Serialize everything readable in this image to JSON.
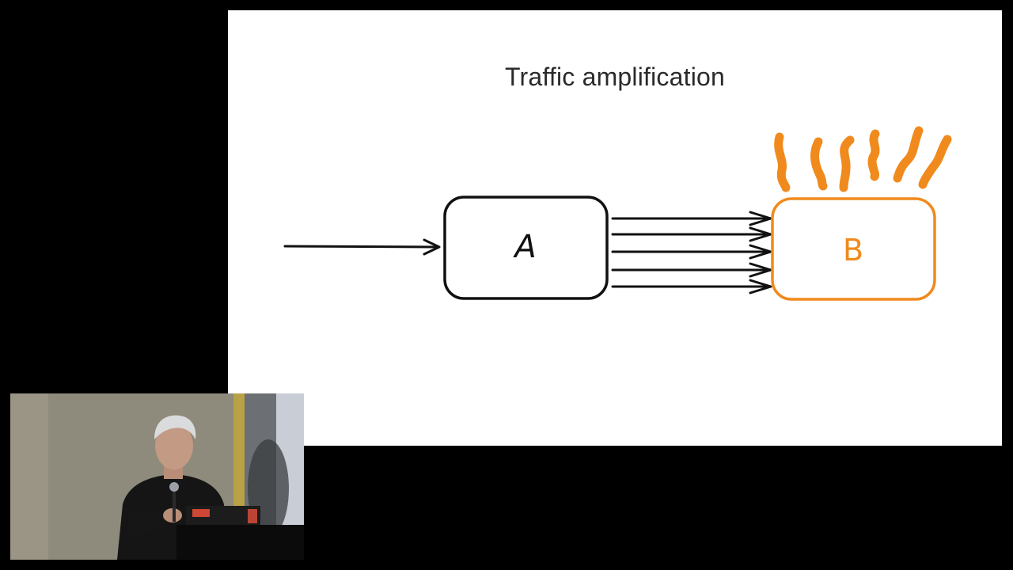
{
  "slide": {
    "title": "Traffic amplification"
  },
  "diagram": {
    "nodes": [
      {
        "id": "A",
        "label": "A",
        "color": "#111111"
      },
      {
        "id": "B",
        "label": "B",
        "color": "#f08a1d"
      }
    ],
    "edges": [
      {
        "from": "input",
        "to": "A",
        "count": 1
      },
      {
        "from": "A",
        "to": "B",
        "count": 5
      }
    ],
    "overload_indicator": {
      "node": "B",
      "color": "#f08a1d",
      "icon": "heat-wave-icon"
    }
  },
  "video_overlay": {
    "icon": "speaker-camera-feed"
  }
}
